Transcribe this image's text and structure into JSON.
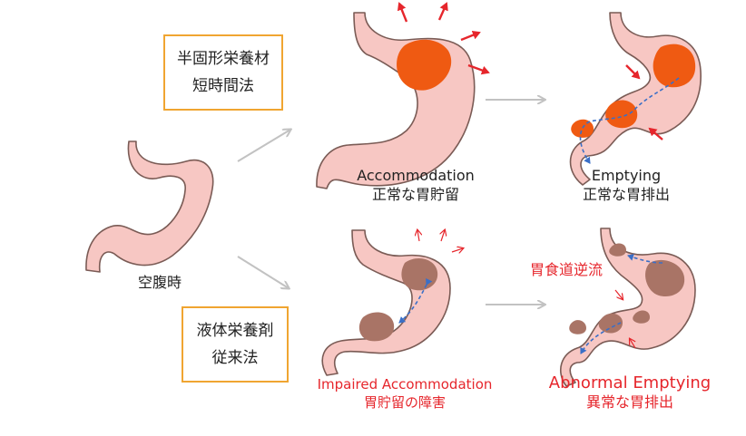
{
  "boxes": {
    "top": {
      "line1": "半固形栄養材",
      "line2": "短時間法"
    },
    "bottom": {
      "line1": "液体栄養剤",
      "line2": "従来法"
    }
  },
  "labels": {
    "fasting": "空腹時",
    "accommodation_en": "Accommodation",
    "accommodation_ja": "正常な胃貯留",
    "emptying_en": "Emptying",
    "emptying_ja": "正常な胃排出",
    "impaired_en": "Impaired Accommodation",
    "impaired_ja": "胃貯留の障害",
    "abnormal_en": "Abnormal Emptying",
    "abnormal_ja": "異常な胃排出",
    "reflux": "胃食道逆流"
  },
  "colors": {
    "stomach_fill": "#f7c7c3",
    "stomach_stroke": "#7a5b55",
    "food_solid": "#ef5a12",
    "food_liquid": "#a97466",
    "arrow_red": "#e6262c",
    "arrow_blue": "#3a6fc7",
    "arrow_gray": "#c2c2c2",
    "box_border": "#f0a531",
    "alert_text": "#e6262c"
  },
  "icons": [
    "stomach-icon",
    "arrow-icon"
  ]
}
